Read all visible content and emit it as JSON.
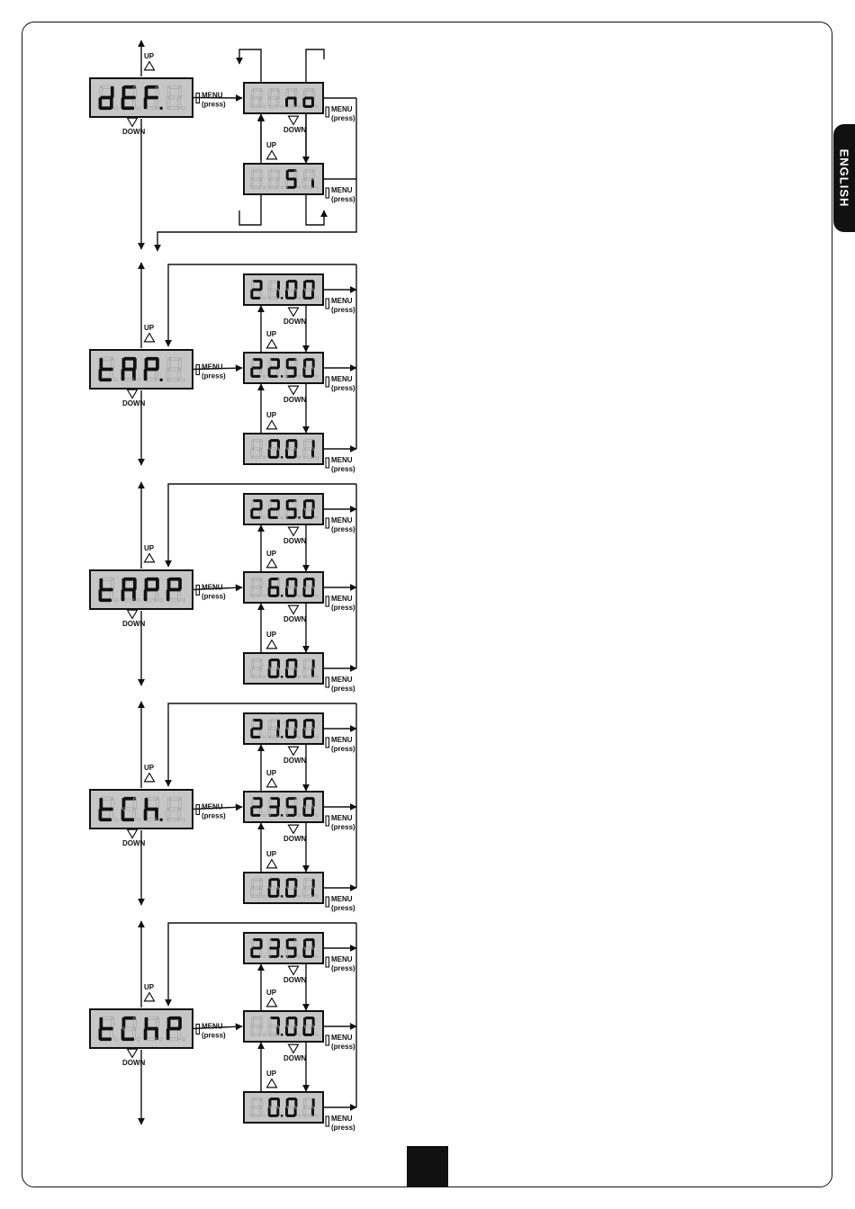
{
  "language_tab": "ENGLISH",
  "labels": {
    "up": "UP",
    "down": "DOWN",
    "menu": "MENU",
    "press": "(press)"
  },
  "blocks": [
    {
      "parameter": [
        "d",
        "E",
        "F.",
        "8"
      ],
      "values": [
        [
          "8",
          "8",
          "n",
          "o"
        ],
        [
          "8",
          "8",
          "S",
          "i"
        ]
      ],
      "wrap": false
    },
    {
      "parameter": [
        "t",
        "A",
        "P.",
        "8"
      ],
      "values": [
        [
          "2",
          "1.",
          "0",
          "0"
        ],
        [
          "2",
          "2.",
          "5",
          "0"
        ],
        [
          "8",
          "0.",
          "0",
          "1"
        ]
      ],
      "wrap": true
    },
    {
      "parameter": [
        "t",
        "A",
        "P",
        "P"
      ],
      "values": [
        [
          "2",
          "2",
          "5.",
          "0"
        ],
        [
          "8",
          "6.",
          "0",
          "0"
        ],
        [
          "8",
          "0.",
          "0",
          "1"
        ]
      ],
      "wrap": true
    },
    {
      "parameter": [
        "t",
        "C",
        "h.",
        "8"
      ],
      "values": [
        [
          "2",
          "1.",
          "0",
          "0"
        ],
        [
          "2",
          "3.",
          "5",
          "0"
        ],
        [
          "8",
          "0.",
          "0",
          "1"
        ]
      ],
      "wrap": true
    },
    {
      "parameter": [
        "t",
        "C",
        "h",
        "P"
      ],
      "values": [
        [
          "2",
          "3.",
          "5",
          "0"
        ],
        [
          "8",
          "7.",
          "0",
          "0"
        ],
        [
          "8",
          "0.",
          "0",
          "1"
        ]
      ],
      "wrap": true
    }
  ]
}
